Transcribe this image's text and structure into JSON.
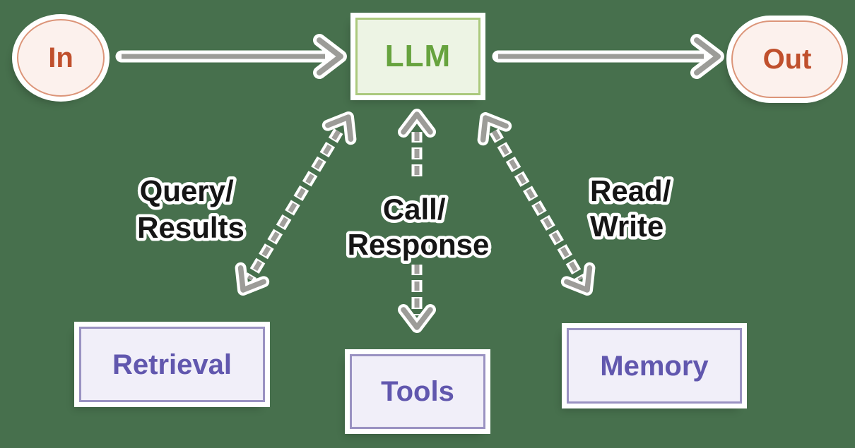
{
  "title": "LLM augmentation diagram",
  "nodes": {
    "in": {
      "label": "In"
    },
    "llm": {
      "label": "LLM"
    },
    "out": {
      "label": "Out"
    },
    "retrieval": {
      "label": "Retrieval"
    },
    "tools": {
      "label": "Tools"
    },
    "memory": {
      "label": "Memory"
    }
  },
  "edge_labels": {
    "query": [
      "Query/",
      "Results"
    ],
    "call": [
      "Call/",
      "Response"
    ],
    "read": [
      "Read/",
      "Write"
    ]
  },
  "edges": [
    {
      "from": "In",
      "to": "LLM",
      "style": "solid-arrow"
    },
    {
      "from": "LLM",
      "to": "Out",
      "style": "solid-arrow"
    },
    {
      "from": "LLM",
      "to": "Retrieval",
      "style": "dashed-double-arrow",
      "label": "Query/Results"
    },
    {
      "from": "LLM",
      "to": "Tools",
      "style": "dashed-double-arrow",
      "label": "Call/Response"
    },
    {
      "from": "LLM",
      "to": "Memory",
      "style": "dashed-double-arrow",
      "label": "Read/Write"
    }
  ],
  "colors": {
    "background": "#47704d",
    "io_fill": "#fcf1ed",
    "io_border": "#dc9579",
    "io_text": "#c0502d",
    "llm_fill": "#edf4e4",
    "llm_border": "#abc97d",
    "llm_text": "#67a33e",
    "module_fill": "#f1eff9",
    "module_border": "#9a92c2",
    "module_text": "#6157ae",
    "arrow_gray": "#9c9c98",
    "halo": "#ffffff",
    "label_text": "#151515"
  }
}
